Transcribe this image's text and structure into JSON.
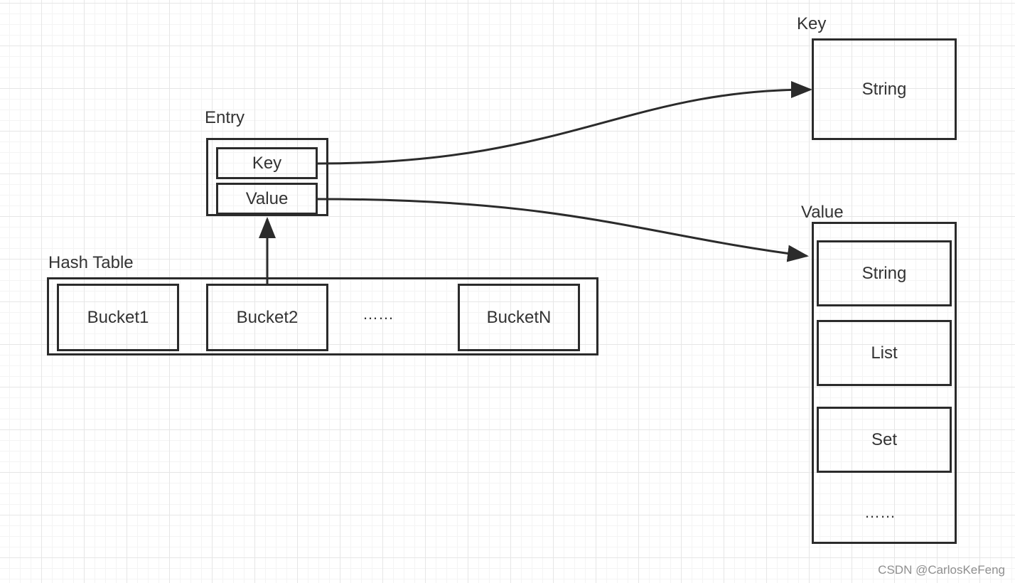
{
  "entry": {
    "title": "Entry",
    "key_label": "Key",
    "value_label": "Value"
  },
  "hash_table": {
    "title": "Hash Table",
    "buckets": [
      "Bucket1",
      "Bucket2",
      "BucketN"
    ],
    "ellipsis": "……"
  },
  "key_box": {
    "title": "Key",
    "type": "String"
  },
  "value_box": {
    "title": "Value",
    "types": [
      "String",
      "List",
      "Set"
    ],
    "ellipsis": "……"
  },
  "watermark": "CSDN @CarlosKeFeng",
  "colors": {
    "line": "#2b2b2b",
    "text": "#333333",
    "grid": "#e6e6e6"
  }
}
